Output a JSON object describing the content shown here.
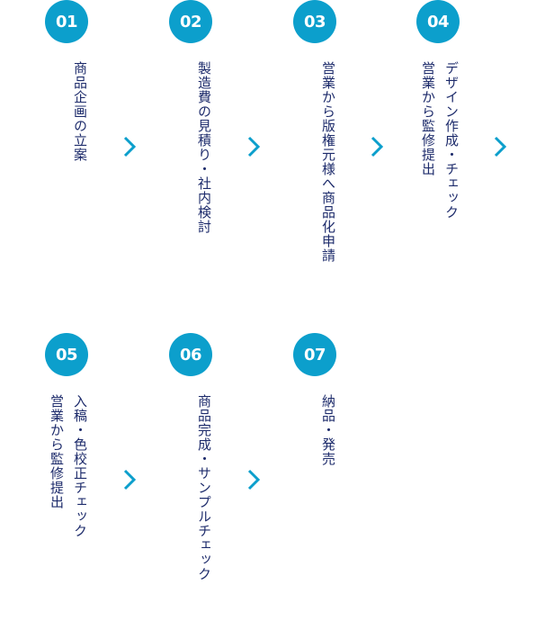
{
  "colors": {
    "accent": "#0c9fcc",
    "text": "#1d2b6b"
  },
  "steps": [
    {
      "number": "01",
      "lines": [
        "商品企画の立案"
      ]
    },
    {
      "number": "02",
      "lines": [
        "製造費の見積り・社内検討"
      ]
    },
    {
      "number": "03",
      "lines": [
        "営業から版権元様へ商品化申請"
      ]
    },
    {
      "number": "04",
      "lines": [
        "デザイン作成・チェック",
        "営業から監修提出"
      ]
    },
    {
      "number": "05",
      "lines": [
        "入稿・色校正チェック",
        "営業から監修提出"
      ]
    },
    {
      "number": "06",
      "lines": [
        "商品完成・サンプルチェック"
      ]
    },
    {
      "number": "07",
      "lines": [
        "納品・発売"
      ]
    }
  ],
  "arrow_icon": "chevron-right-icon"
}
